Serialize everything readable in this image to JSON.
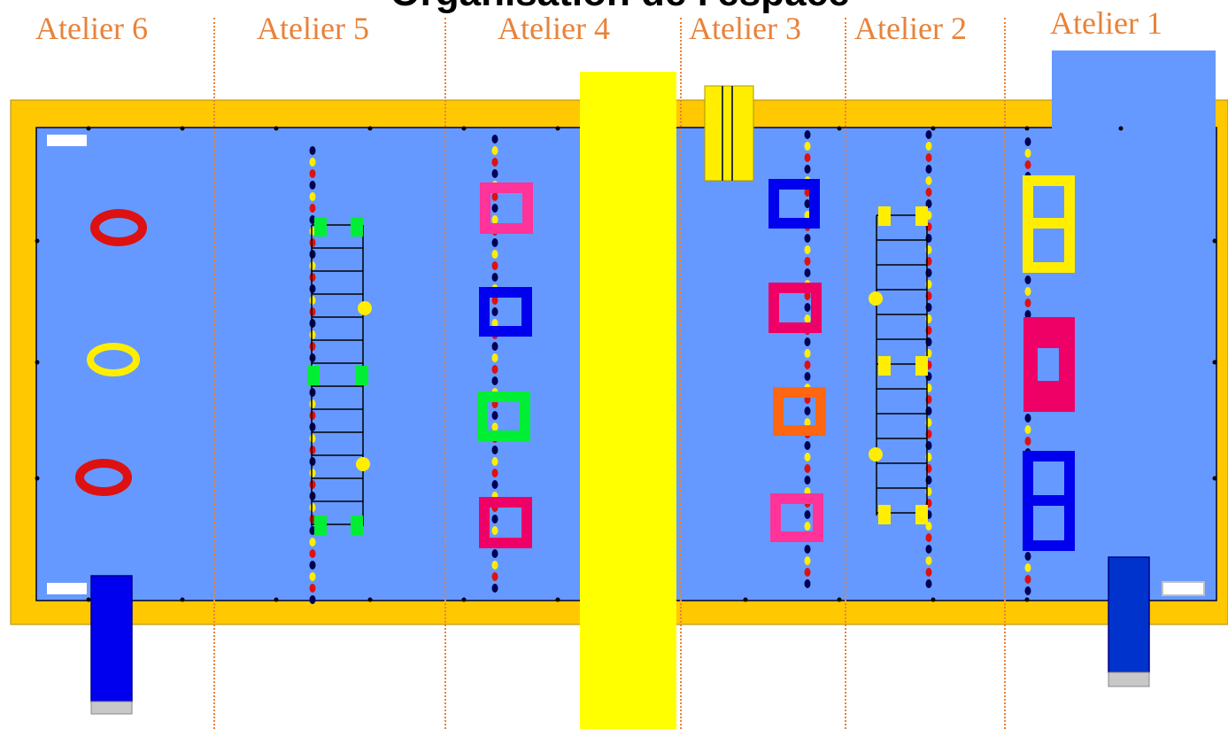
{
  "title": "Organisation de l'espace",
  "ateliers": [
    {
      "label": "Atelier 6"
    },
    {
      "label": "Atelier 5"
    },
    {
      "label": "Atelier 4"
    },
    {
      "label": "Atelier 3"
    },
    {
      "label": "Atelier 2"
    },
    {
      "label": "Atelier 1"
    }
  ],
  "colors": {
    "frame": "#ffc800",
    "floor": "#6699ff",
    "label": "#e8823a",
    "pillar": "#ffff00",
    "block": "#0000ee",
    "red": "#dd1111",
    "navy": "#000055",
    "pink": "#ff3399",
    "magenta": "#ee0066",
    "green": "#00ee33",
    "orange": "#ff6611",
    "yellow": "#ffee00"
  },
  "elements": {
    "rings": [
      "red-ring",
      "yellow-ring",
      "red-ring"
    ],
    "atelier4_hoops": [
      "pink-square-hoop",
      "blue-square-hoop",
      "green-square-hoop",
      "magenta-square-hoop"
    ],
    "atelier3_hoops": [
      "blue-square-hoop",
      "magenta-square-hoop",
      "orange-square-hoop",
      "pink-square-hoop"
    ],
    "atelier1_frames": [
      "yellow-double-frame",
      "magenta-frame",
      "blue-double-frame"
    ]
  }
}
